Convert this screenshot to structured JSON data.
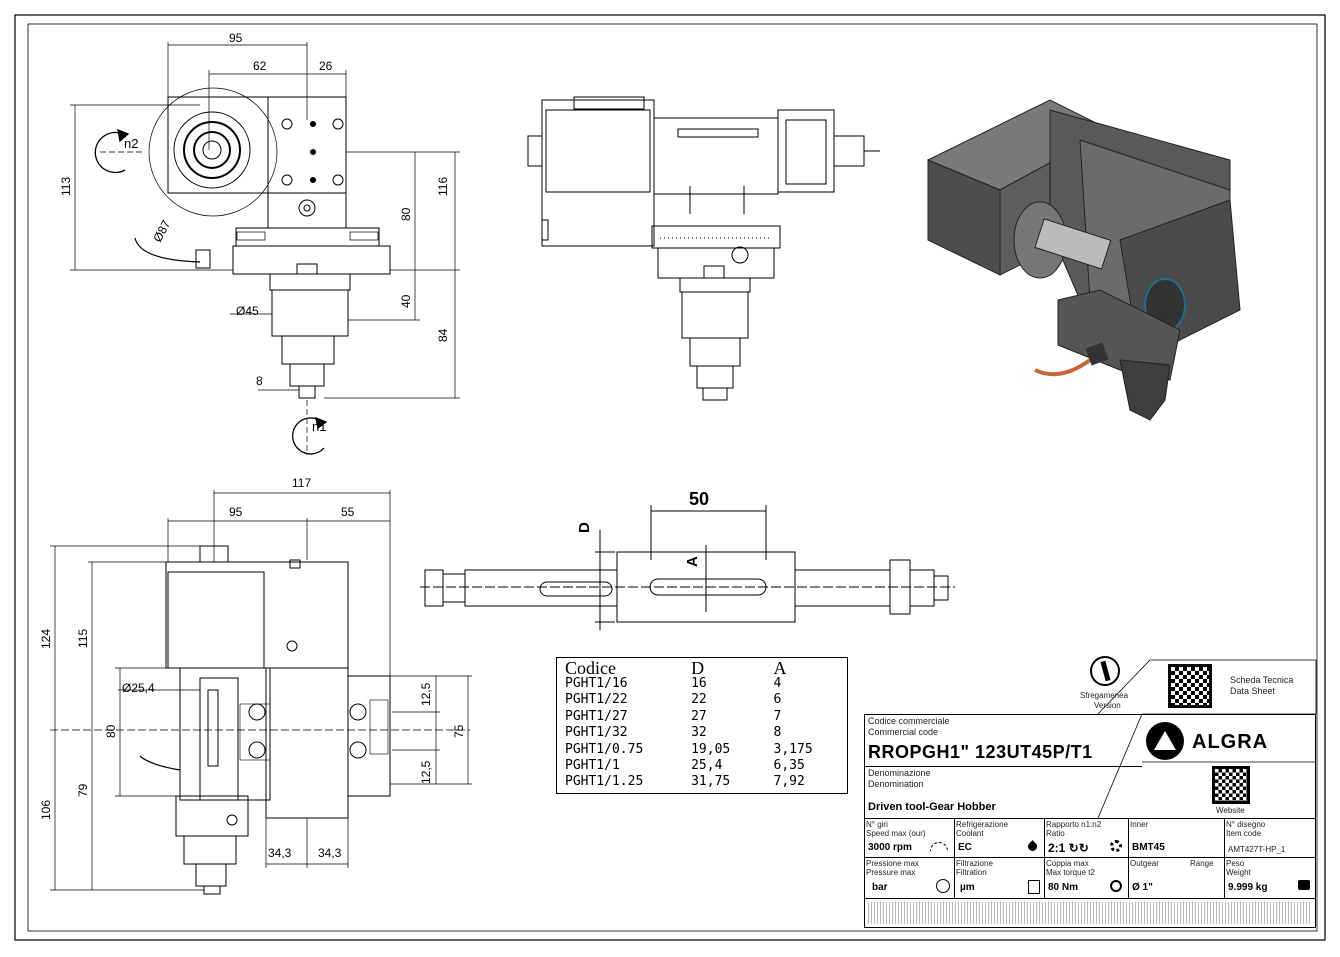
{
  "dims_top_left": {
    "w95": "95",
    "w62": "62",
    "w26": "26",
    "h113": "113",
    "h116": "116",
    "h80": "80",
    "h40": "40",
    "h84": "84",
    "d87": "Ø87",
    "d45": "Ø45",
    "w8": "8",
    "n2": "n2",
    "n1": "n1"
  },
  "dims_bottom_left": {
    "w117": "117",
    "w95": "95",
    "w55": "55",
    "h124": "124",
    "h115": "115",
    "h80": "80",
    "h79": "79",
    "h106": "106",
    "d25": "Ø25,4",
    "h125a": "12,5",
    "h125b": "12,5",
    "h75": "75",
    "w343a": "34,3",
    "w343b": "34,3"
  },
  "shaft": {
    "w50": "50",
    "labelD": "D",
    "labelA": "A"
  },
  "table": {
    "headers": [
      "Codice",
      "D",
      "A"
    ],
    "rows": [
      [
        "PGHT1/16",
        "16",
        "4"
      ],
      [
        "PGHT1/22",
        "22",
        "6"
      ],
      [
        "PGHT1/27",
        "27",
        "7"
      ],
      [
        "PGHT1/32",
        "32",
        "8"
      ],
      [
        "PGHT1/0.75",
        "19,05",
        "3,175"
      ],
      [
        "PGHT1/1",
        "25,4",
        "6,35"
      ],
      [
        "PGHT1/1.25",
        "31,75",
        "7,92"
      ]
    ]
  },
  "title_block": {
    "sharpen_label1": "Sfregamenea",
    "sharpen_label2": "Version",
    "scheda1": "Scheda Tecnica",
    "scheda2": "Data Sheet",
    "brand": "ALGRA",
    "website": "Website",
    "code_label1": "Codice commerciale",
    "code_label2": "Commercial code",
    "code": "RROPGH1\" 123UT45P/T1",
    "denom_label1": "Denominazione",
    "denom_label2": "Denomination",
    "denom": "Driven tool-Gear Hobber",
    "giri_l1": "N° giri",
    "giri_l2": "Speed max (our)",
    "giri_v": "3000 rpm",
    "refr_l1": "Refrigerazione",
    "refr_l2": "Coolant",
    "refr_v": "EC",
    "rapp_l1": "Rapporto n1:n2",
    "rapp_l2": "Ratio",
    "rapp_v": "2:1 ↻↻",
    "inner_l1": "Inner",
    "inner_v": "BMT45",
    "disegno_l1": "N° disegno",
    "disegno_l2": "Item code",
    "disegno_v": "AMT427T-HP_1",
    "press_l1": "Pressione max",
    "press_l2": "Pressure max",
    "press_v": "bar",
    "filtr_l1": "Filtrazione",
    "filtr_l2": "Filtration",
    "filtr_v": "µm",
    "coppia_l1": "Coppia max",
    "coppia_l2": "Max torque t2",
    "coppia_v": "80 Nm",
    "flange_l1": "Outgear",
    "flange_l2": "Range",
    "flange_v": "Ø 1\"",
    "peso_l1": "Peso",
    "peso_l2": "Weight",
    "peso_v": "9.999 kg"
  },
  "colors": {
    "line": "#000000",
    "part_dark": "#4a4a4a",
    "part_mid": "#6e6e6e",
    "cable": "#c8643c"
  }
}
